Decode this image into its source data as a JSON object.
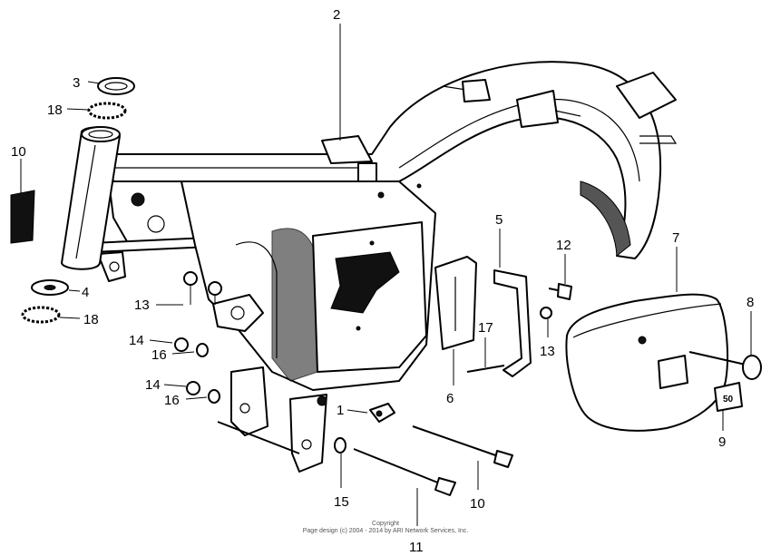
{
  "callouts": {
    "c1": "1",
    "c2": "2",
    "c3": "3",
    "c4": "4",
    "c5": "5",
    "c6": "6",
    "c7": "7",
    "c8": "8",
    "c9": "9",
    "c10a": "10",
    "c10b": "10",
    "c11": "11",
    "c12": "12",
    "c13a": "13",
    "c13b": "13",
    "c14a": "14",
    "c14b": "14",
    "c15": "15",
    "c16a": "16",
    "c16b": "16",
    "c17": "17",
    "c18a": "18",
    "c18b": "18"
  },
  "emblem_text": "50",
  "copyright": {
    "line1": "Copyright",
    "line2": "Page design (c) 2004 - 2014 by ARI Network Services, Inc."
  }
}
